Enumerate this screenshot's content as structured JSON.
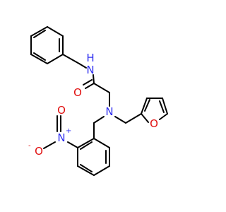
{
  "molecule": {
    "atoms": {
      "amide_n": "N",
      "amide_h": "H",
      "carbonyl_o": "O",
      "amine_n": "N",
      "furan_o": "O",
      "nitro_n": "N",
      "nitro_n_charge": "+",
      "nitro_o_up": "O",
      "nitro_o_left": "O",
      "nitro_o_left_charge": "-"
    },
    "colors": {
      "bond": "#000000",
      "nitrogen": "#2f2ff0",
      "oxygen": "#e01010"
    }
  }
}
